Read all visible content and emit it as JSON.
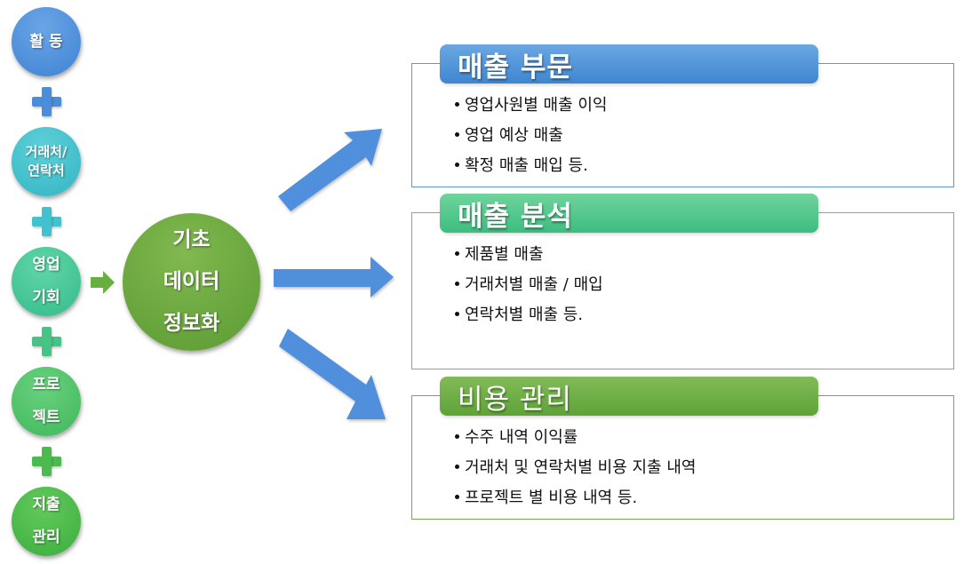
{
  "left_column": {
    "circles": [
      {
        "lines": [
          "활 동"
        ],
        "color": "#4a8ddb"
      },
      {
        "lines": [
          "거래처/",
          "연락처"
        ],
        "color": "#3cbccb"
      },
      {
        "lines": [
          "영업",
          "기회"
        ],
        "color": "#3fc394"
      },
      {
        "lines": [
          "프로",
          "젝트"
        ],
        "color": "#48c068"
      },
      {
        "lines": [
          "지출",
          "관리"
        ],
        "color": "#42b445"
      }
    ],
    "plus_icons": [
      "plus-icon",
      "plus-icon",
      "plus-icon",
      "plus-icon"
    ]
  },
  "center": {
    "lines": [
      "기초",
      "데이터",
      "정보화"
    ],
    "color": "#6aa83f"
  },
  "panels": [
    {
      "title": "매출 부문",
      "color": "#4a8dd6",
      "items": [
        "영업사원별 매출 이익",
        "영업 예상 매출",
        "확정 매출 매입 등."
      ]
    },
    {
      "title": "매출 분석",
      "color": "#48c48a",
      "items": [
        "제품별 매출",
        "거래처별 매출 / 매입",
        "연락처별 매출 등."
      ]
    },
    {
      "title": "비용 관리",
      "color": "#6aab42",
      "items": [
        "수주 내역 이익률",
        "거래처 및 연락처별 비용 지출 내역",
        "프로젝트 별 비용 내역 등."
      ]
    }
  ]
}
